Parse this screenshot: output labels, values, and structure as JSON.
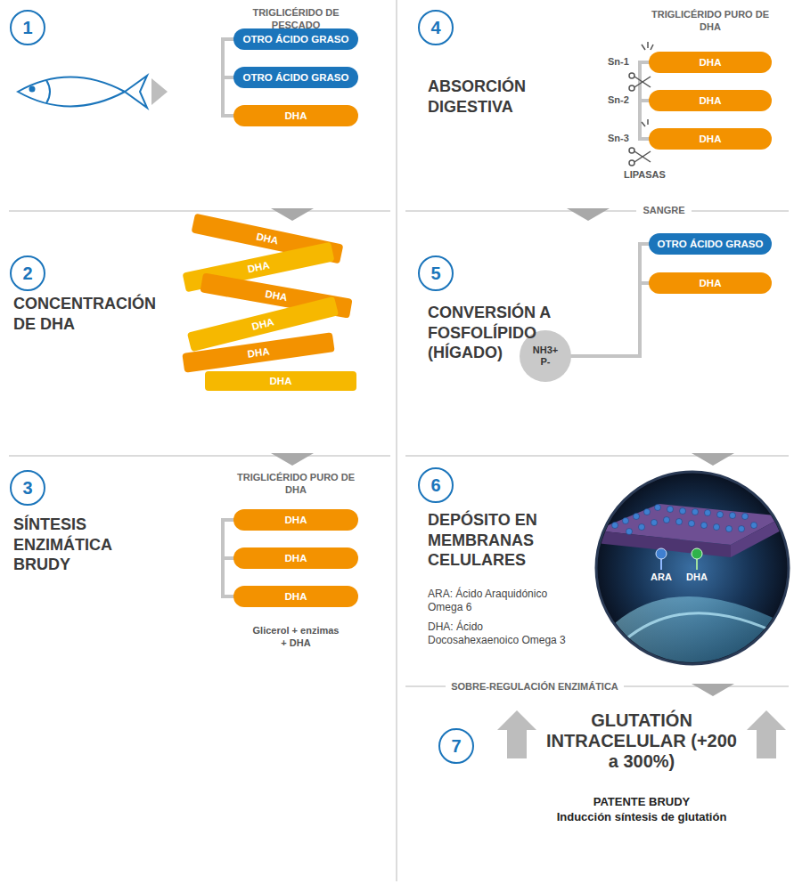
{
  "diagram": {
    "nodes": [
      {
        "text": [
          "1"
        ]
      },
      {
        "text": [
          "OTRO ÁCIDO GRASO"
        ]
      },
      {
        "text": [
          "OTRO ÁCIDO GRASO"
        ]
      },
      {
        "text": [
          "DHA"
        ]
      },
      {
        "text": [
          "2"
        ]
      },
      {
        "text": [
          "DHA"
        ]
      },
      {
        "text": [
          "DHA"
        ]
      },
      {
        "text": [
          "DHA"
        ]
      },
      {
        "text": [
          "DHA"
        ]
      },
      {
        "text": [
          "DHA"
        ]
      },
      {
        "text": [
          "DHA"
        ]
      },
      {
        "text": [
          "3"
        ]
      },
      {
        "text": [
          "DHA"
        ]
      },
      {
        "text": [
          "DHA"
        ]
      },
      {
        "text": [
          "DHA"
        ]
      },
      {
        "text": [
          "4"
        ]
      },
      {
        "text": [
          "DHA"
        ]
      },
      {
        "text": [
          "DHA"
        ]
      },
      {
        "text": [
          "DHA"
        ]
      },
      {
        "text": [
          "5"
        ]
      },
      {
        "text": [
          "OTRO ÁCIDO GRASO"
        ]
      },
      {
        "text": [
          "DHA"
        ]
      },
      {
        "text": [
          "NH3+ P-"
        ]
      },
      {
        "text": [
          "6"
        ]
      },
      {
        "text": [
          "7"
        ]
      }
    ],
    "labels": [
      "TRIGLICÉRIDO DE PESCADO",
      "CONCENTRACIÓN DE DHA",
      "SÍNTESIS ENZIMÁTICA BRUDY",
      "TRIGLICÉRIDO PURO DE DHA",
      "Glicerol + enzimas + DHA",
      "ABSORCIÓN DIGESTIVA",
      "TRIGLICÉRIDO PURO DE DHA",
      "Sn-1",
      "Sn-2",
      "Sn-3",
      "LIPASAS",
      "SANGRE",
      "CONVERSIÓN A FOSFOLÍPIDO (HÍGADO)",
      "DEPÓSITO EN MEMBRANAS CELULARES",
      "ARA",
      "DHA",
      "ARA: Ácido Araquidónico Omega 6",
      "DHA: Ácido Docosahexaenoico Omega 3",
      "SOBRE-REGULACIÓN ENZIMÁTICA",
      "GLUTATIÓN INTRACELULAR (+200 a 300%)",
      "PATENTE BRUDY",
      "Inducción síntesis de glutatión"
    ]
  }
}
